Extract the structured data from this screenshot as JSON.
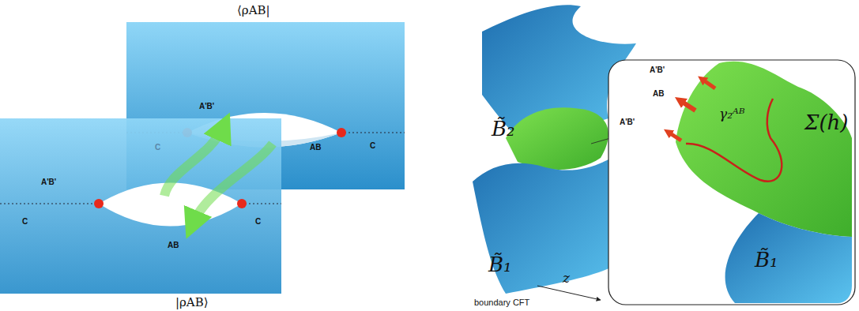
{
  "diagram": {
    "nodes": [
      {
        "text": [
          "Σ(h)",
          "γ₂ᴬᴮ",
          "B̃₁",
          "A'B'",
          "AB",
          "A'B'"
        ]
      }
    ],
    "labels": [
      "⟨ρAB|",
      "A'B'",
      "C",
      "AB",
      "C",
      "A'B'",
      "C",
      "AB",
      "C",
      "|ρAB⟩",
      "B̃₂",
      "B̃₁",
      "boundary CFT",
      "z"
    ]
  }
}
